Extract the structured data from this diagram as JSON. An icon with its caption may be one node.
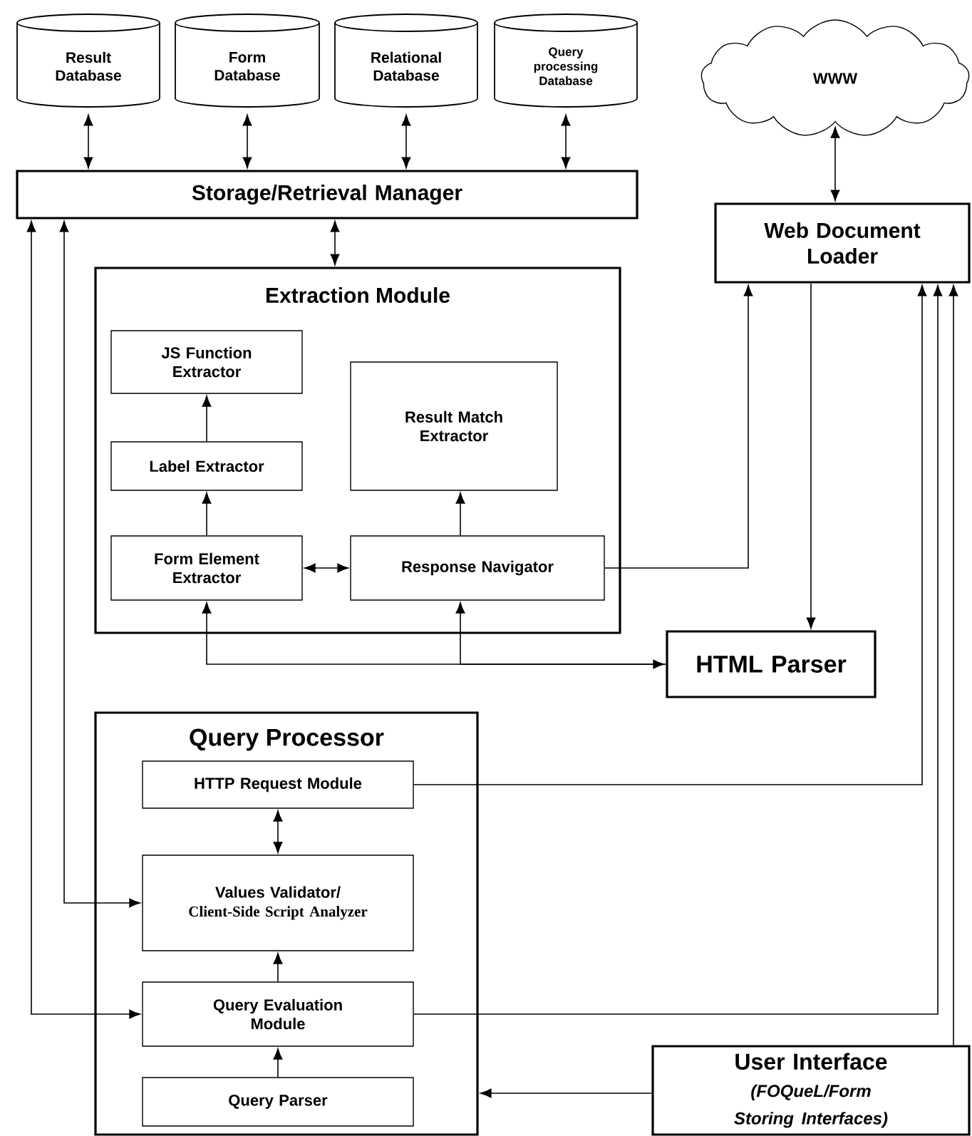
{
  "diagram": {
    "nodes": [
      {
        "text": [
          "Result Database"
        ]
      },
      {
        "text": [
          "Form Database"
        ]
      },
      {
        "text": [
          "Relational Database"
        ]
      },
      {
        "text": [
          "Query processing Database"
        ]
      },
      {
        "text": [
          "WWW"
        ]
      },
      {
        "text": [
          "Storage/Retrieval Manager"
        ]
      },
      {
        "text": [
          "Web Document Loader"
        ]
      },
      {
        "text": [
          "Extraction Module"
        ]
      },
      {
        "text": [
          "JS Function Extractor"
        ],
        "in": 7
      },
      {
        "text": [
          "Result Match Extractor"
        ],
        "in": 7
      },
      {
        "text": [
          "Label Extractor"
        ],
        "in": 7
      },
      {
        "text": [
          "Form Element Extractor"
        ],
        "in": 7
      },
      {
        "text": [
          "Response Navigator"
        ],
        "in": 7
      },
      {
        "text": [
          "HTML Parser"
        ]
      },
      {
        "text": [
          "Query Processor"
        ]
      },
      {
        "text": [
          "HTTP Request Module"
        ],
        "in": 14
      },
      {
        "text": [
          "Values Validator/",
          "Client-Side Script Analyzer"
        ],
        "in": 14
      },
      {
        "text": [
          "Query Evaluation Module"
        ],
        "in": 14
      },
      {
        "text": [
          "Query Parser"
        ],
        "in": 14
      },
      {
        "text": [
          "User Interface",
          "(FOQueL/Form Storing Interfaces)"
        ]
      }
    ],
    "edges": [
      {
        "from": 0,
        "to": 5,
        "arrow": "both"
      },
      {
        "from": 1,
        "to": 5,
        "arrow": "both"
      },
      {
        "from": 2,
        "to": 5,
        "arrow": "both"
      },
      {
        "from": 3,
        "to": 5,
        "arrow": "both"
      },
      {
        "from": 4,
        "to": 6,
        "arrow": "both"
      },
      {
        "from": 5,
        "to": 7,
        "arrow": "both"
      },
      {
        "from": 10,
        "to": 8,
        "arrow": "to"
      },
      {
        "from": 11,
        "to": 10,
        "arrow": "to"
      },
      {
        "from": 12,
        "to": 9,
        "arrow": "to"
      },
      {
        "from": 11,
        "to": 12,
        "arrow": "both"
      },
      {
        "from": 12,
        "to": 6,
        "arrow": "to"
      },
      {
        "from": 6,
        "to": 13,
        "arrow": "to"
      },
      {
        "from": 11,
        "to": 13,
        "arrow": "both"
      },
      {
        "from": 13,
        "to": 12,
        "arrow": "to"
      },
      {
        "from": 15,
        "to": 16,
        "arrow": "both"
      },
      {
        "from": 17,
        "to": 16,
        "arrow": "to"
      },
      {
        "from": 18,
        "to": 17,
        "arrow": "to"
      },
      {
        "from": 16,
        "to": 5,
        "arrow": "both"
      },
      {
        "from": 17,
        "to": 5,
        "arrow": "both"
      },
      {
        "from": 15,
        "to": 6,
        "arrow": "to"
      },
      {
        "from": 17,
        "to": 6,
        "arrow": "to"
      },
      {
        "from": 19,
        "to": 6,
        "arrow": "to"
      },
      {
        "from": 19,
        "to": 14,
        "arrow": "to"
      }
    ]
  }
}
